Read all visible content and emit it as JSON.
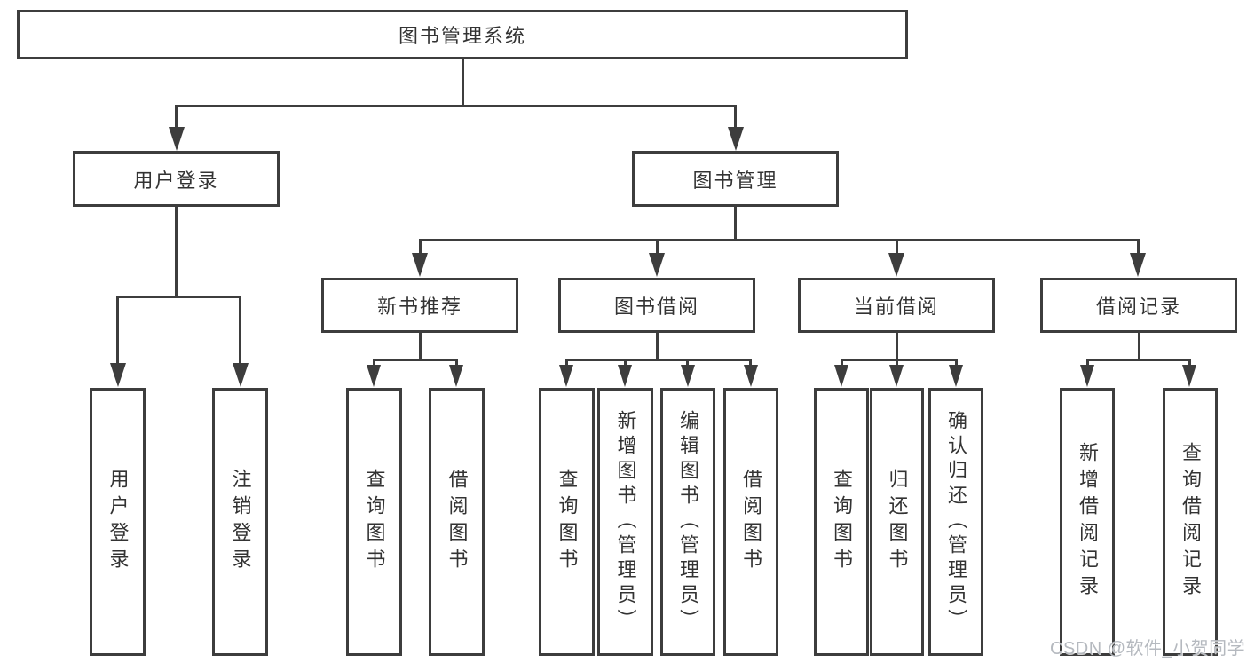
{
  "diagram": {
    "type": "hierarchy-tree",
    "title": "图书管理系统"
  },
  "nodes": {
    "root": {
      "label": "图书管理系统"
    },
    "user_login": {
      "label": "用户登录"
    },
    "book_management": {
      "label": "图书管理"
    },
    "new_book_recommend": {
      "label": "新书推荐"
    },
    "book_borrowing": {
      "label": "图书借阅"
    },
    "current_borrowing": {
      "label": "当前借阅"
    },
    "borrowing_records": {
      "label": "借阅记录"
    },
    "leaf_user_login": {
      "label": "用户登录"
    },
    "leaf_logout": {
      "label": "注销登录"
    },
    "leaf_query_books_1": {
      "label": "查询图书"
    },
    "leaf_borrow_books_1": {
      "label": "借阅图书"
    },
    "leaf_query_books_2": {
      "label": "查询图书"
    },
    "leaf_add_books": {
      "label": "新增图书（管理员）"
    },
    "leaf_edit_books": {
      "label": "编辑图书（管理员）"
    },
    "leaf_borrow_books_2": {
      "label": "借阅图书"
    },
    "leaf_query_books_3": {
      "label": "查询图书"
    },
    "leaf_return_books": {
      "label": "归还图书"
    },
    "leaf_confirm_return": {
      "label": "确认归还（管理员）"
    },
    "leaf_add_borrow_record": {
      "label": "新增借阅记录"
    },
    "leaf_query_borrow_record": {
      "label": "查询借阅记录"
    }
  },
  "hierarchy": {
    "root": [
      "user_login",
      "book_management"
    ],
    "user_login": [
      "leaf_user_login",
      "leaf_logout"
    ],
    "book_management": [
      "new_book_recommend",
      "book_borrowing",
      "current_borrowing",
      "borrowing_records"
    ],
    "new_book_recommend": [
      "leaf_query_books_1",
      "leaf_borrow_books_1"
    ],
    "book_borrowing": [
      "leaf_query_books_2",
      "leaf_add_books",
      "leaf_edit_books",
      "leaf_borrow_books_2"
    ],
    "current_borrowing": [
      "leaf_query_books_3",
      "leaf_return_books",
      "leaf_confirm_return"
    ],
    "borrowing_records": [
      "leaf_add_borrow_record",
      "leaf_query_borrow_record"
    ]
  },
  "colors": {
    "line": "#3d3d3d",
    "text": "#333333",
    "background": "#ffffff",
    "watermark_text": "#b5b9bf"
  },
  "watermark": {
    "text": "CSDN @软件_小贺同学"
  }
}
